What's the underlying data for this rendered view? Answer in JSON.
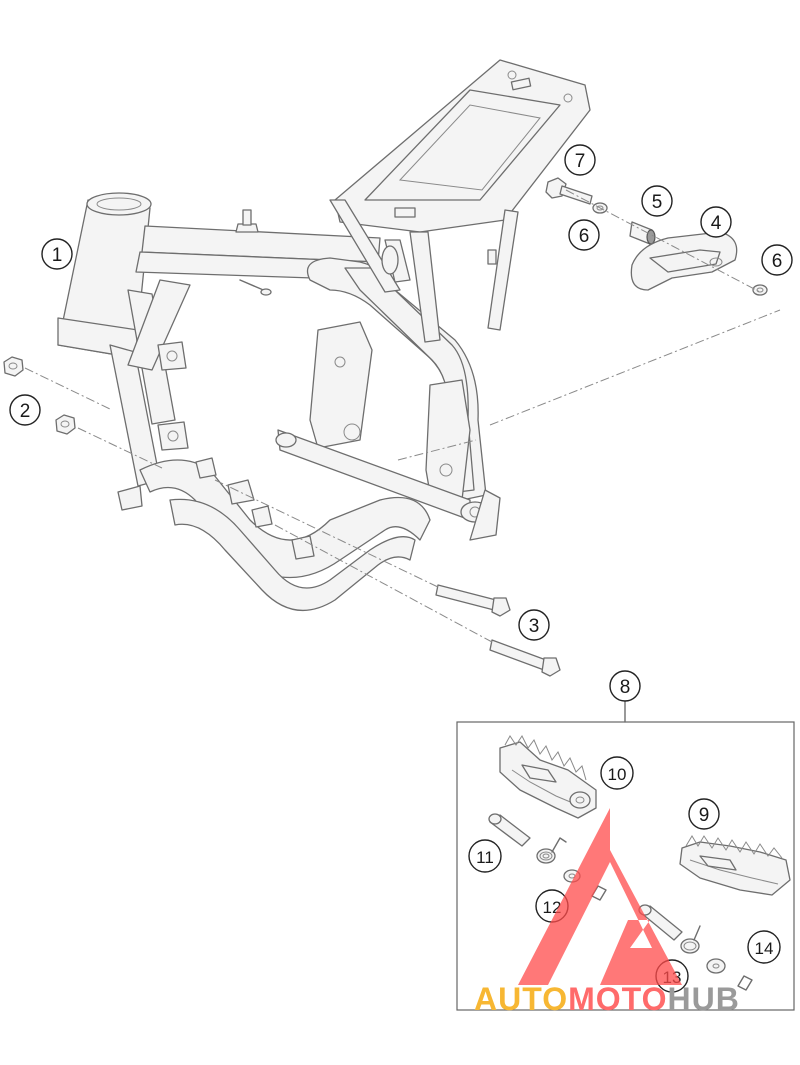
{
  "diagram": {
    "callouts": [
      "1",
      "2",
      "3",
      "4",
      "5",
      "6",
      "6",
      "7",
      "8",
      "9",
      "10",
      "11",
      "12",
      "13",
      "14"
    ]
  },
  "watermark": {
    "part1": "AUTO",
    "part2": "MOTO",
    "part3": "HUB",
    "color_part1": "#f7b733",
    "color_part2": "#ff6b6b",
    "color_part3": "#9a9a9a",
    "logo_color": "#ff4b4b"
  }
}
